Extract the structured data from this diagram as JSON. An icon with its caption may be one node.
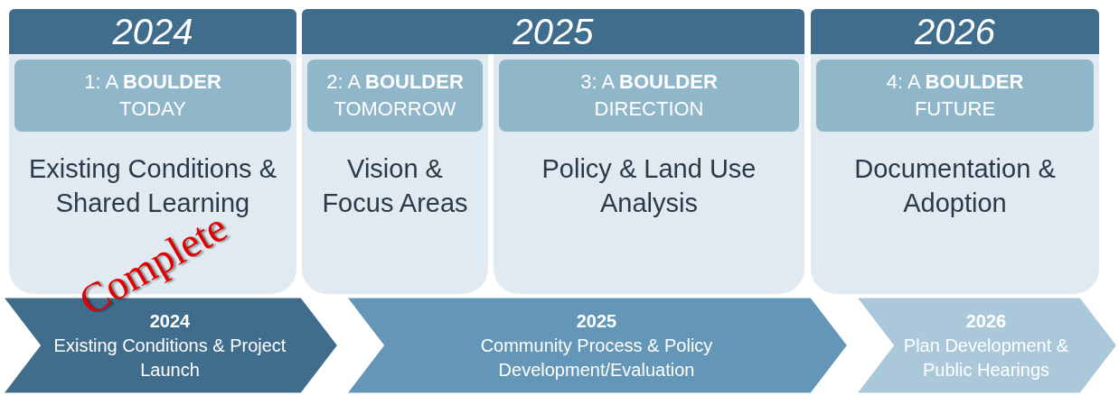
{
  "diagram": {
    "nodes": [
      {
        "text": [
          "2024"
        ]
      },
      {
        "text": [
          "2025"
        ]
      },
      {
        "text": [
          "2026"
        ]
      },
      {
        "text": [
          "1: A **BOULDER** TODAY",
          "Existing Conditions & Shared Learning"
        ]
      },
      {
        "text": [
          "2: A **BOULDER** TOMORROW",
          "Vision & Focus Areas"
        ]
      },
      {
        "text": [
          "3: A **BOULDER** DIRECTION",
          "Policy & Land Use Analysis"
        ]
      },
      {
        "text": [
          "4: A **BOULDER** FUTURE",
          "Documentation & Adoption"
        ]
      },
      {
        "text": [
          "2024",
          "Existing Conditions & Project Launch"
        ]
      },
      {
        "text": [
          "2025",
          "Community Process & Policy Development/Evaluation"
        ]
      },
      {
        "text": [
          "2026",
          "Plan Development & Public Hearings"
        ]
      }
    ],
    "edges": [],
    "labels": [
      "Complete"
    ]
  }
}
